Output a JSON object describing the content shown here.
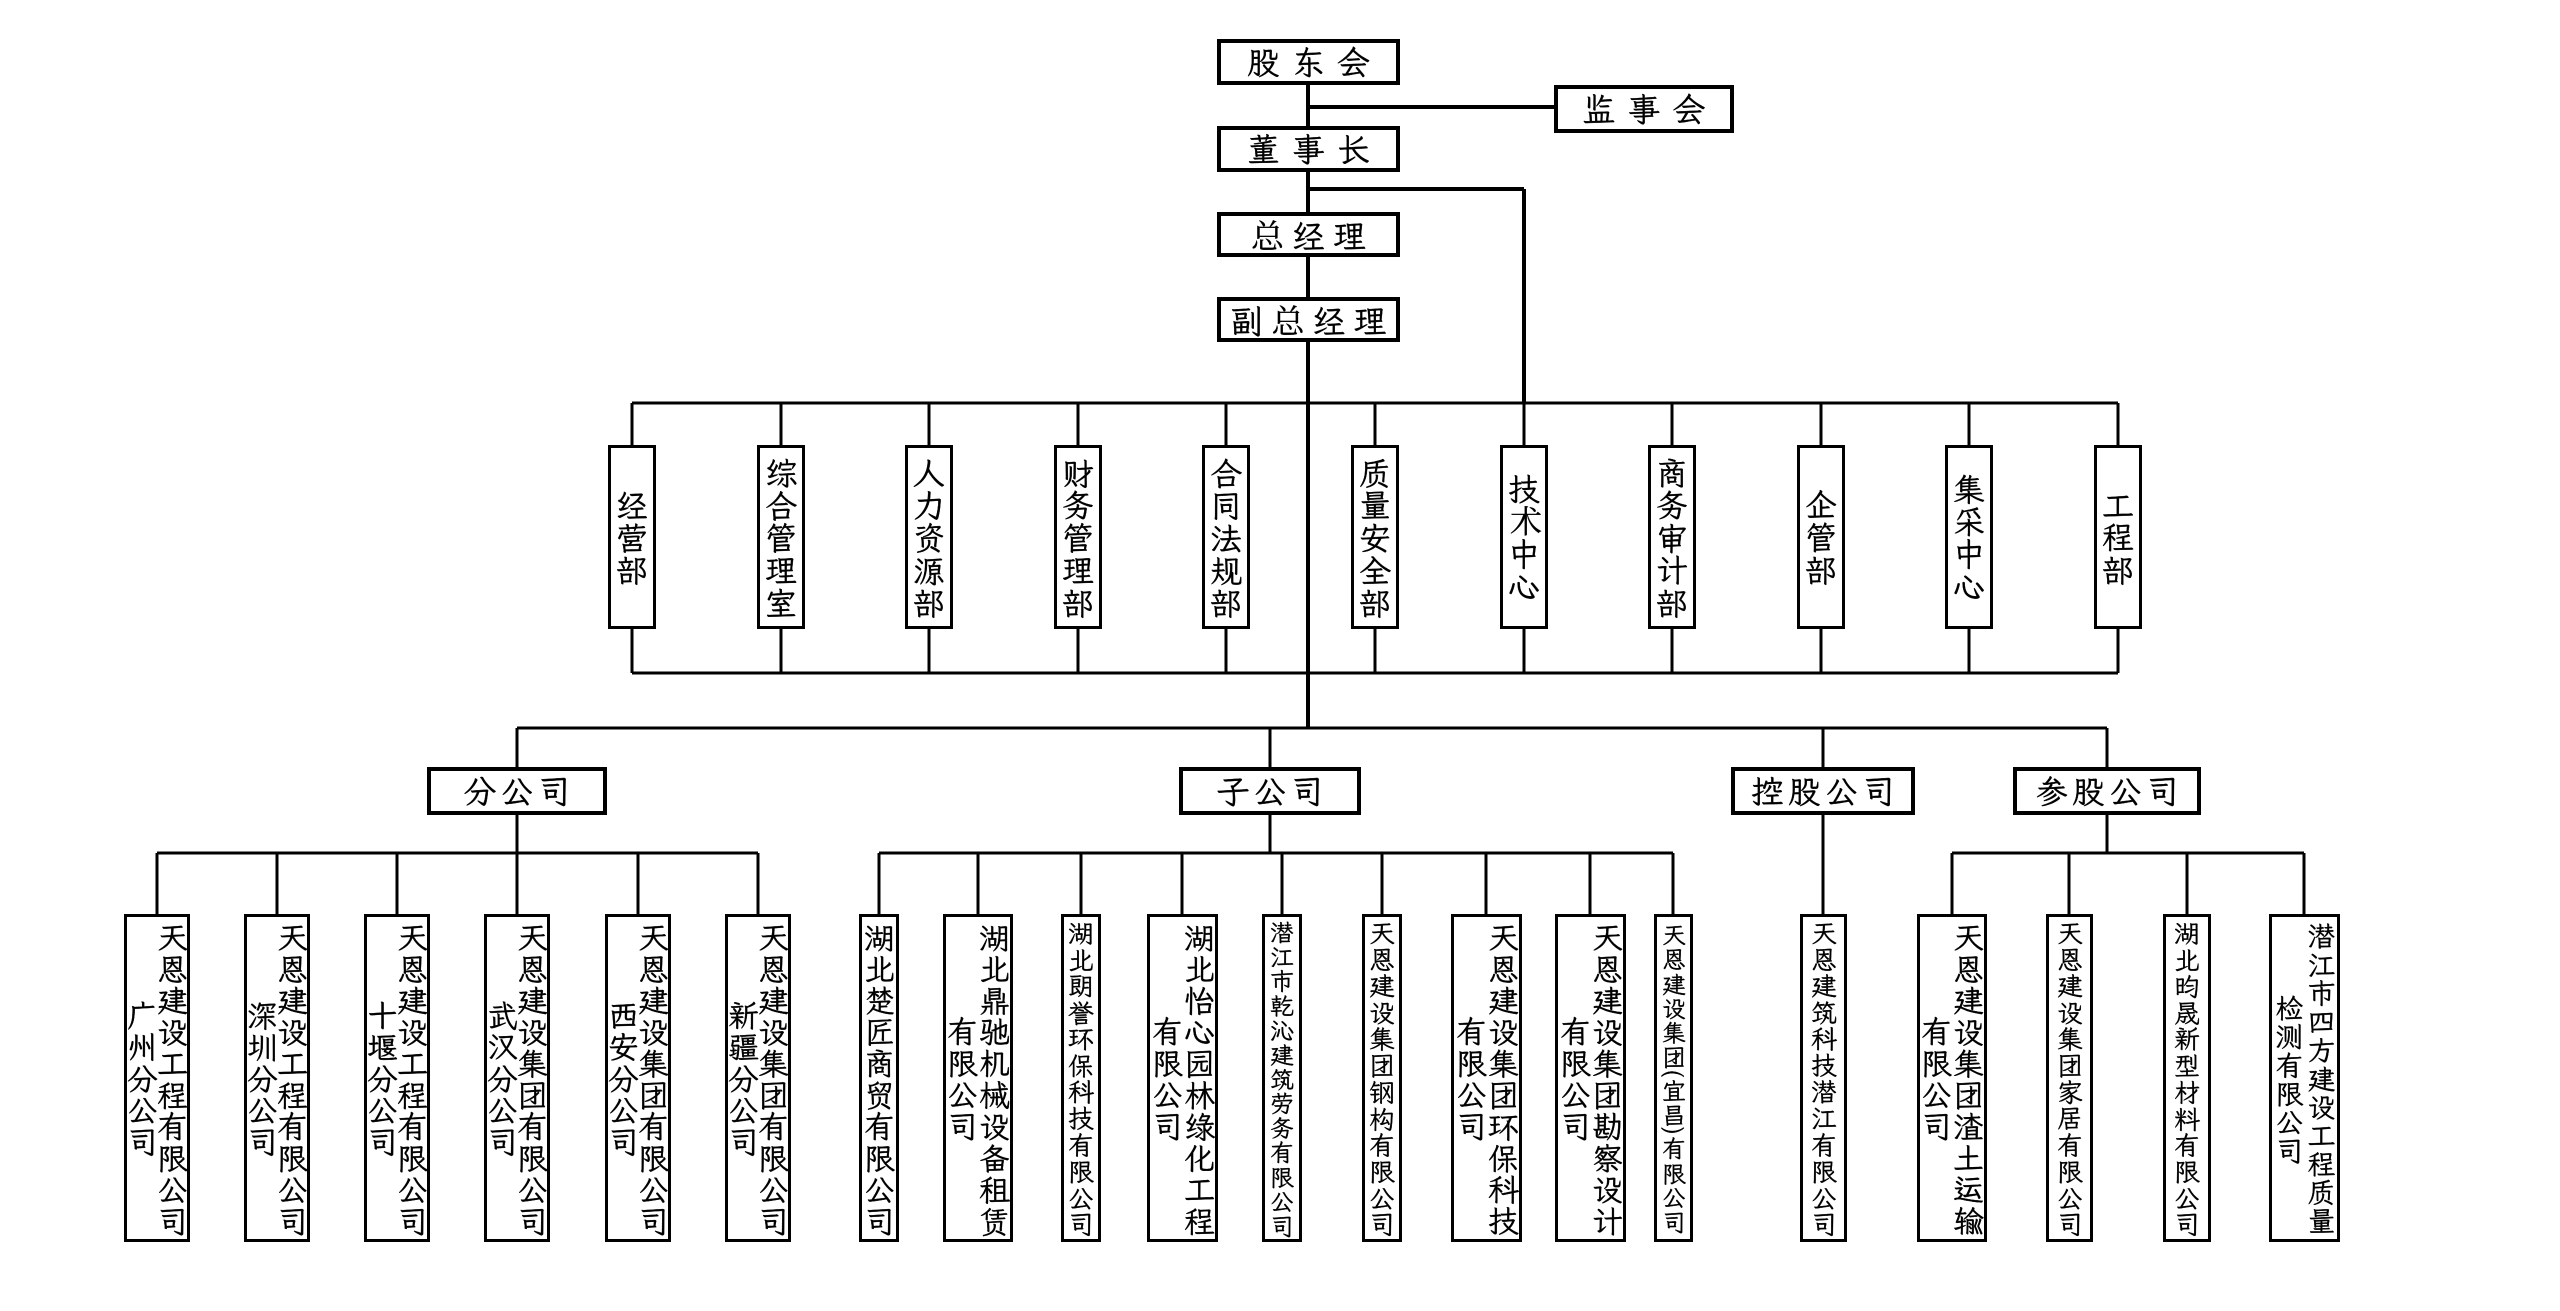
{
  "diagram": {
    "type": "org-chart",
    "company": "天恩建设集团",
    "colors": {
      "line": "#000000",
      "box_border": "#000000",
      "box_fill": "#ffffff",
      "background": "#ffffff",
      "text": "#000000"
    },
    "top": {
      "shareholders": "股东会",
      "supervisory_board": "监事会",
      "chairman": "董事长",
      "general_manager": "总经理",
      "deputy_general_manager": "副总经理"
    },
    "departments": [
      "经营部",
      "综合管理室",
      "人力资源部",
      "财务管理部",
      "合同法规部",
      "质量安全部",
      "技术中心",
      "商务审计部",
      "企管部",
      "集采中心",
      "工程部"
    ],
    "groups": [
      {
        "label": "分公司",
        "children": [
          "天恩建设工程有限公司\n广州分公司",
          "天恩建设工程有限公司\n深圳分公司",
          "天恩建设工程有限公司\n十堰分公司",
          "天恩建设集团有限公司\n武汉分公司",
          "天恩建设集团有限公司\n西安分公司",
          "天恩建设集团有限公司\n新疆分公司"
        ]
      },
      {
        "label": "子公司",
        "children": [
          "湖北楚匠商贸有限公司",
          "湖北鼎驰机械设备租赁\n有限公司",
          "湖北朗誉环保科技有限公司",
          "湖北怡心园林绿化工程\n有限公司",
          "潜江市乾沁建筑劳务有限公司",
          "天恩建设集团钢构有限公司",
          "天恩建设集团环保科技\n有限公司",
          "天恩建设集团勘察设计\n有限公司",
          "天恩建设集团(宜昌)有限公司"
        ]
      },
      {
        "label": "控股公司",
        "children": [
          "天恩建筑科技潜江有限公司"
        ]
      },
      {
        "label": "参股公司",
        "children": [
          "天恩建设集团渣土运输\n有限公司",
          "天恩建设集团家居有限公司",
          "湖北昀晟新型材料有限公司",
          "潜江市四方建设工程质量\n检测有限公司"
        ]
      }
    ]
  }
}
